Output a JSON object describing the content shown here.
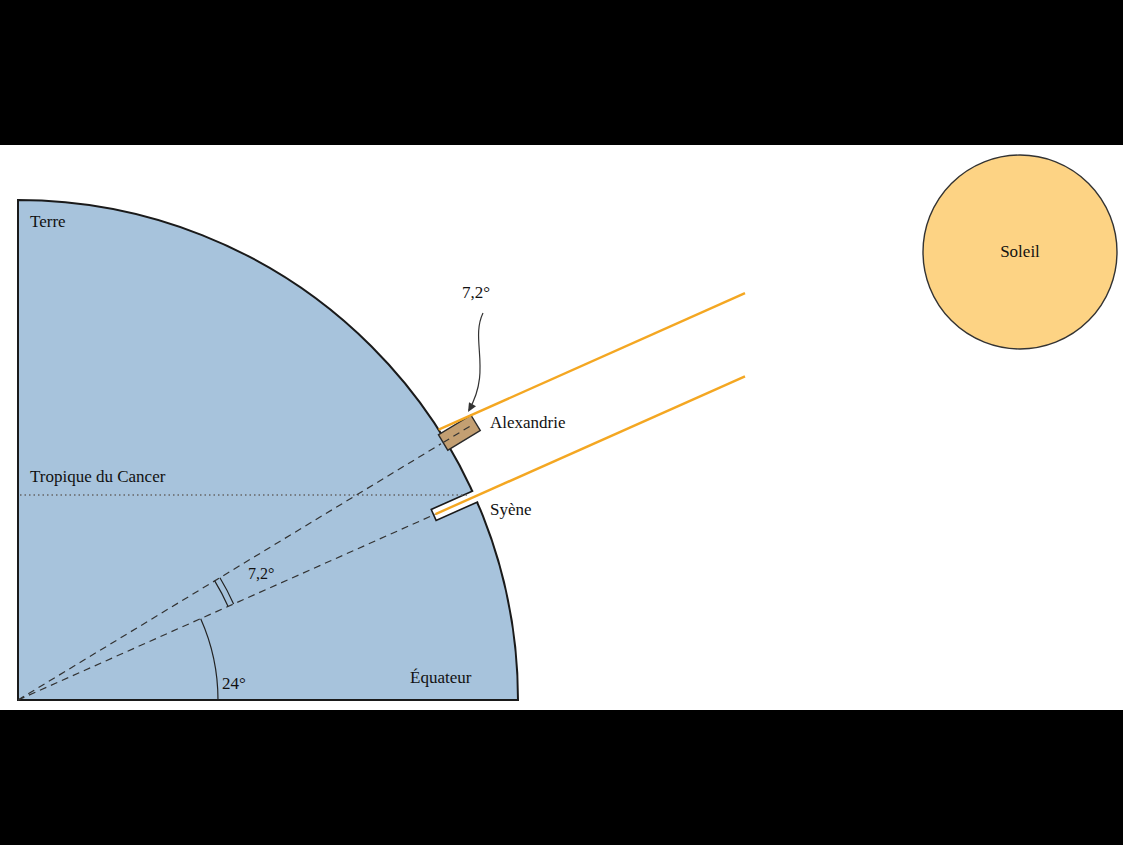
{
  "diagram": {
    "nodes": [
      {
        "text": [
          "Terre"
        ]
      },
      {
        "text": [
          "Soleil"
        ]
      }
    ],
    "labels": [
      "7,2°",
      "Alexandrie",
      "Tropique du Cancer",
      "Syène",
      "7,2°",
      "24°",
      "Équateur"
    ]
  }
}
